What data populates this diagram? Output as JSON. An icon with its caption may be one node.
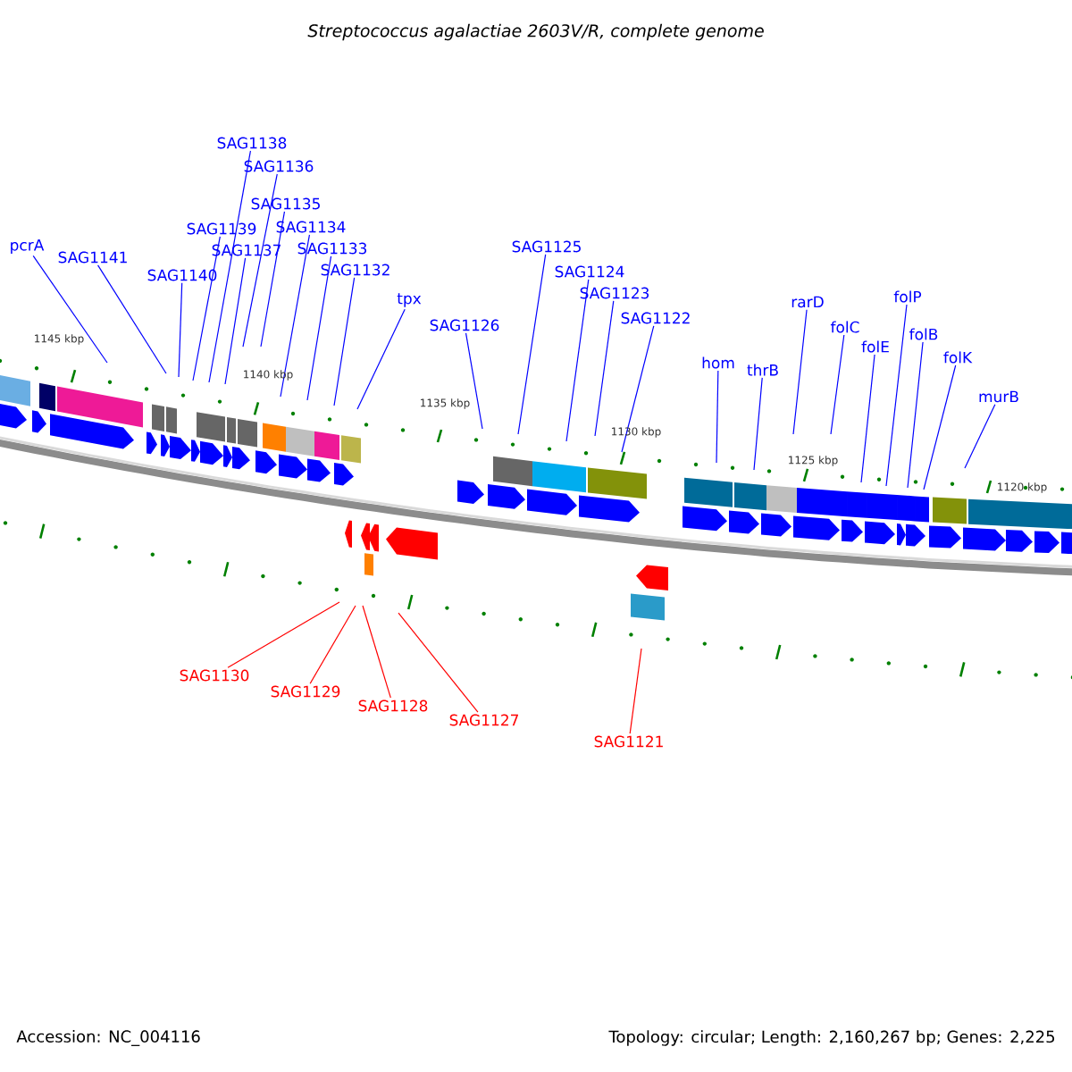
{
  "diagram": {
    "title": "Streptococcus agalactiae 2603V/R, complete genome",
    "nodes": [
      {
        "text": [
          "pcrA"
        ]
      },
      {
        "text": [
          "SAG1141"
        ]
      },
      {
        "text": [
          "SAG1140"
        ]
      },
      {
        "text": [
          "SAG1139"
        ]
      },
      {
        "text": [
          "SAG1138"
        ]
      },
      {
        "text": [
          "SAG1137"
        ]
      },
      {
        "text": [
          "SAG1136"
        ]
      },
      {
        "text": [
          "SAG1135"
        ]
      },
      {
        "text": [
          "SAG1134"
        ]
      },
      {
        "text": [
          "SAG1133"
        ]
      },
      {
        "text": [
          "SAG1132"
        ]
      },
      {
        "text": [
          "tpx"
        ]
      },
      {
        "text": [
          "SAG1126"
        ]
      },
      {
        "text": [
          "SAG1125"
        ]
      },
      {
        "text": [
          "SAG1124"
        ]
      },
      {
        "text": [
          "SAG1123"
        ]
      },
      {
        "text": [
          "SAG1122"
        ]
      },
      {
        "text": [
          "hom"
        ]
      },
      {
        "text": [
          "thrB"
        ]
      },
      {
        "text": [
          "rarD"
        ]
      },
      {
        "text": [
          "folC"
        ]
      },
      {
        "text": [
          "folE"
        ]
      },
      {
        "text": [
          "folP"
        ]
      },
      {
        "text": [
          "folB"
        ]
      },
      {
        "text": [
          "folK"
        ]
      },
      {
        "text": [
          "murB"
        ]
      },
      {
        "text": [
          "SAG1130"
        ]
      },
      {
        "text": [
          "SAG1129"
        ]
      },
      {
        "text": [
          "SAG1128"
        ]
      },
      {
        "text": [
          "SAG1127"
        ]
      },
      {
        "text": [
          "SAG1121"
        ]
      }
    ],
    "edges": [
      {
        "from": 0,
        "to": null,
        "arrow": "none"
      },
      {
        "from": 1,
        "to": null,
        "arrow": "none"
      },
      {
        "from": 2,
        "to": null,
        "arrow": "none"
      },
      {
        "from": 3,
        "to": null,
        "arrow": "none"
      },
      {
        "from": 4,
        "to": null,
        "arrow": "none"
      },
      {
        "from": 5,
        "to": null,
        "arrow": "none"
      },
      {
        "from": 6,
        "to": null,
        "arrow": "none"
      },
      {
        "from": 7,
        "to": null,
        "arrow": "none"
      },
      {
        "from": 8,
        "to": null,
        "arrow": "none"
      },
      {
        "from": 9,
        "to": null,
        "arrow": "none"
      },
      {
        "from": 10,
        "to": null,
        "arrow": "none"
      },
      {
        "from": 11,
        "to": null,
        "arrow": "none"
      },
      {
        "from": 12,
        "to": null,
        "arrow": "none"
      },
      {
        "from": 13,
        "to": null,
        "arrow": "none"
      },
      {
        "from": 14,
        "to": null,
        "arrow": "none"
      },
      {
        "from": 15,
        "to": null,
        "arrow": "none"
      },
      {
        "from": 16,
        "to": null,
        "arrow": "none"
      },
      {
        "from": 17,
        "to": null,
        "arrow": "none"
      },
      {
        "from": 18,
        "to": null,
        "arrow": "none"
      },
      {
        "from": 19,
        "to": null,
        "arrow": "none"
      },
      {
        "from": 20,
        "to": null,
        "arrow": "none"
      },
      {
        "from": 21,
        "to": null,
        "arrow": "none"
      },
      {
        "from": 22,
        "to": null,
        "arrow": "none"
      },
      {
        "from": 23,
        "to": null,
        "arrow": "none"
      },
      {
        "from": 24,
        "to": null,
        "arrow": "none"
      },
      {
        "from": 25,
        "to": null,
        "arrow": "none"
      },
      {
        "from": 26,
        "to": null,
        "arrow": "none",
        "color": "#ff0000"
      },
      {
        "from": 27,
        "to": null,
        "arrow": "none",
        "color": "#ff0000"
      },
      {
        "from": 28,
        "to": null,
        "arrow": "none",
        "color": "#ff0000"
      },
      {
        "from": 29,
        "to": null,
        "arrow": "none",
        "color": "#ff0000"
      },
      {
        "from": 30,
        "to": null,
        "arrow": "none",
        "color": "#ff0000"
      }
    ],
    "labels": [
      "1145 kbp",
      "1140 kbp",
      "1135 kbp",
      "1130 kbp",
      "1125 kbp",
      "1120 kbp",
      "Accession: NC_004116",
      "Topology: circular; Length: 2,160,267 bp; Genes: 2,225"
    ]
  }
}
